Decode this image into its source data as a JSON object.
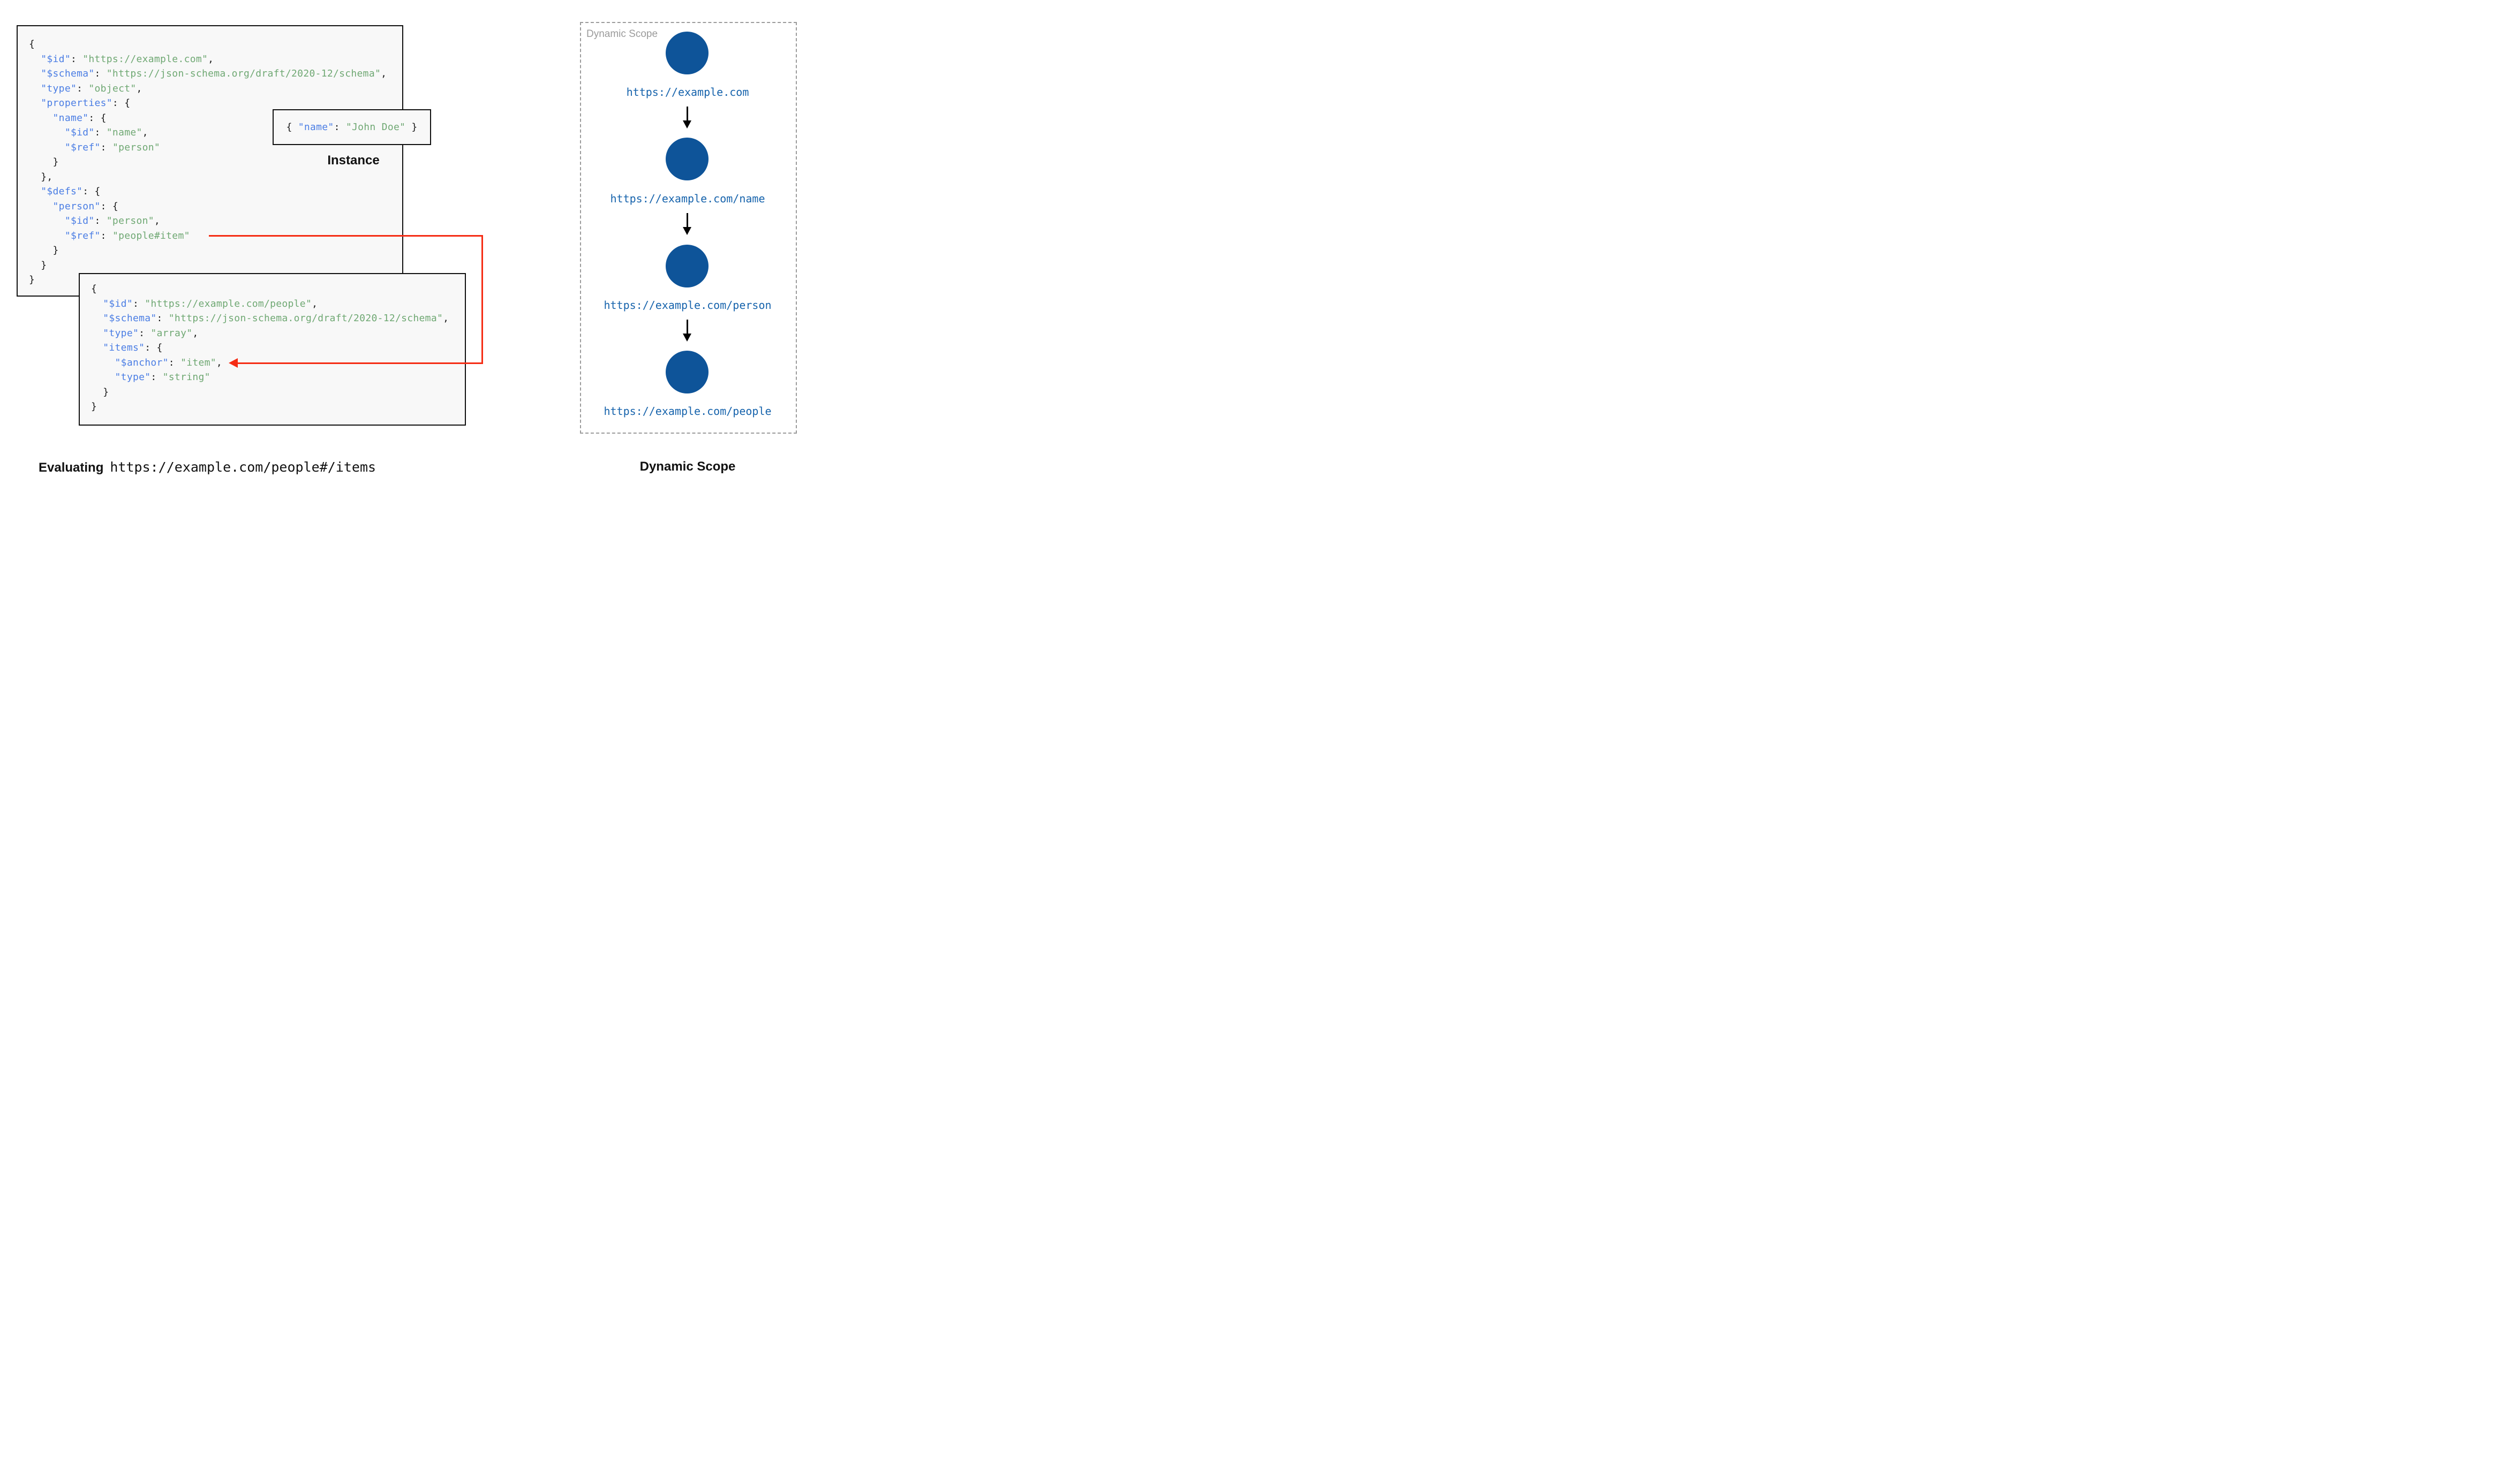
{
  "colors": {
    "key": "#4a7de4",
    "string": "#6fa873",
    "punct": "#1a1a1a",
    "box_bg": "#f8f8f8",
    "box_border": "#111111",
    "red": "#f52c14",
    "circle": "#0e5499",
    "url_text": "#1663ac",
    "panel_border": "#9b9b9b",
    "panel_label": "#9b9b9b",
    "label_text": "#111111"
  },
  "schema_box_primary": {
    "lines": [
      [
        {
          "t": "p",
          "v": "{"
        }
      ],
      [
        {
          "t": "k",
          "v": "  \"$id\""
        },
        {
          "t": "p",
          "v": ": "
        },
        {
          "t": "s",
          "v": "\"https://example.com\""
        },
        {
          "t": "p",
          "v": ","
        }
      ],
      [
        {
          "t": "k",
          "v": "  \"$schema\""
        },
        {
          "t": "p",
          "v": ": "
        },
        {
          "t": "s",
          "v": "\"https://json-schema.org/draft/2020-12/schema\""
        },
        {
          "t": "p",
          "v": ","
        }
      ],
      [
        {
          "t": "k",
          "v": "  \"type\""
        },
        {
          "t": "p",
          "v": ": "
        },
        {
          "t": "s",
          "v": "\"object\""
        },
        {
          "t": "p",
          "v": ","
        }
      ],
      [
        {
          "t": "k",
          "v": "  \"properties\""
        },
        {
          "t": "p",
          "v": ": {"
        }
      ],
      [
        {
          "t": "k",
          "v": "    \"name\""
        },
        {
          "t": "p",
          "v": ": {"
        }
      ],
      [
        {
          "t": "k",
          "v": "      \"$id\""
        },
        {
          "t": "p",
          "v": ": "
        },
        {
          "t": "s",
          "v": "\"name\""
        },
        {
          "t": "p",
          "v": ","
        }
      ],
      [
        {
          "t": "k",
          "v": "      \"$ref\""
        },
        {
          "t": "p",
          "v": ": "
        },
        {
          "t": "s",
          "v": "\"person\""
        }
      ],
      [
        {
          "t": "p",
          "v": "    }"
        }
      ],
      [
        {
          "t": "p",
          "v": "  },"
        }
      ],
      [
        {
          "t": "k",
          "v": "  \"$defs\""
        },
        {
          "t": "p",
          "v": ": {"
        }
      ],
      [
        {
          "t": "k",
          "v": "    \"person\""
        },
        {
          "t": "p",
          "v": ": {"
        }
      ],
      [
        {
          "t": "k",
          "v": "      \"$id\""
        },
        {
          "t": "p",
          "v": ": "
        },
        {
          "t": "s",
          "v": "\"person\""
        },
        {
          "t": "p",
          "v": ","
        }
      ],
      [
        {
          "t": "k",
          "v": "      \"$ref\""
        },
        {
          "t": "p",
          "v": ": "
        },
        {
          "t": "s",
          "v": "\"people#item\""
        }
      ],
      [
        {
          "t": "p",
          "v": "    }"
        }
      ],
      [
        {
          "t": "p",
          "v": "  }"
        }
      ],
      [
        {
          "t": "p",
          "v": "}"
        }
      ]
    ]
  },
  "schema_box_people": {
    "lines": [
      [
        {
          "t": "p",
          "v": "{"
        }
      ],
      [
        {
          "t": "k",
          "v": "  \"$id\""
        },
        {
          "t": "p",
          "v": ": "
        },
        {
          "t": "s",
          "v": "\"https://example.com/people\""
        },
        {
          "t": "p",
          "v": ","
        }
      ],
      [
        {
          "t": "k",
          "v": "  \"$schema\""
        },
        {
          "t": "p",
          "v": ": "
        },
        {
          "t": "s",
          "v": "\"https://json-schema.org/draft/2020-12/schema\""
        },
        {
          "t": "p",
          "v": ","
        }
      ],
      [
        {
          "t": "k",
          "v": "  \"type\""
        },
        {
          "t": "p",
          "v": ": "
        },
        {
          "t": "s",
          "v": "\"array\""
        },
        {
          "t": "p",
          "v": ","
        }
      ],
      [
        {
          "t": "k",
          "v": "  \"items\""
        },
        {
          "t": "p",
          "v": ": {"
        }
      ],
      [
        {
          "t": "k",
          "v": "    \"$anchor\""
        },
        {
          "t": "p",
          "v": ": "
        },
        {
          "t": "s",
          "v": "\"item\""
        },
        {
          "t": "p",
          "v": ","
        }
      ],
      [
        {
          "t": "k",
          "v": "    \"type\""
        },
        {
          "t": "p",
          "v": ": "
        },
        {
          "t": "s",
          "v": "\"string\""
        }
      ],
      [
        {
          "t": "p",
          "v": "  }"
        }
      ],
      [
        {
          "t": "p",
          "v": "}"
        }
      ]
    ]
  },
  "instance": {
    "lines": [
      [
        {
          "t": "p",
          "v": "{ "
        },
        {
          "t": "k",
          "v": "\"name\""
        },
        {
          "t": "p",
          "v": ": "
        },
        {
          "t": "s",
          "v": "\"John Doe\""
        },
        {
          "t": "p",
          "v": " }"
        }
      ]
    ],
    "label": "Instance"
  },
  "dynamic_scope_panel": {
    "label": "Dynamic Scope",
    "nodes": [
      {
        "url": "https://example.com"
      },
      {
        "url": "https://example.com/name"
      },
      {
        "url": "https://example.com/person"
      },
      {
        "url": "https://example.com/people"
      }
    ]
  },
  "captions": {
    "evaluating_prefix": "Evaluating",
    "evaluating_uri": "https://example.com/people#/items",
    "dynamic_scope_title": "Dynamic Scope"
  }
}
